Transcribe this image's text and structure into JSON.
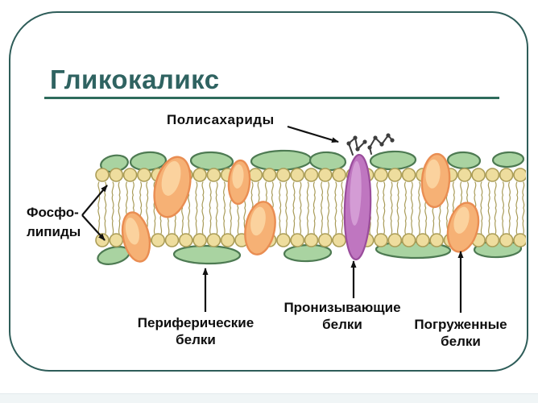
{
  "slide": {
    "title": "Гликокаликс"
  },
  "diagram": {
    "labels": {
      "polysaccharides": "Полисахариды",
      "phospholipids": {
        "line1": "Фосфо-",
        "line2": "липиды"
      },
      "peripheral_proteins": {
        "line1": "Периферические",
        "line2": "белки"
      },
      "transmembrane_proteins": {
        "line1": "Пронизывающие",
        "line2": "белки"
      },
      "embedded_proteins": {
        "line1": "Погруженные",
        "line2": "белки"
      }
    },
    "colors": {
      "border_teal": "#2e5d59",
      "title_teal": "#2f6361",
      "underline_green": "#2e6b5c",
      "label_black": "#0e0e0e",
      "membrane_green": "#a9d3a1",
      "membrane_green_outline": "#4d7a52",
      "lipid_head_yellow": "#eedd9e",
      "lipid_head_outline": "#ab9d57",
      "lipid_tail_olive": "#a3964f",
      "protein_orange": "#f6b175",
      "protein_orange_outline": "#e98d52",
      "protein_orange_highlight": "#fbd8a6",
      "protein_purple": "#bf76c0",
      "protein_purple_outline": "#9a4d9c",
      "protein_purple_highlight": "#d9a6d9",
      "polysaccharide_dark": "#3d3d3d",
      "arrow_black": "#111111"
    }
  }
}
